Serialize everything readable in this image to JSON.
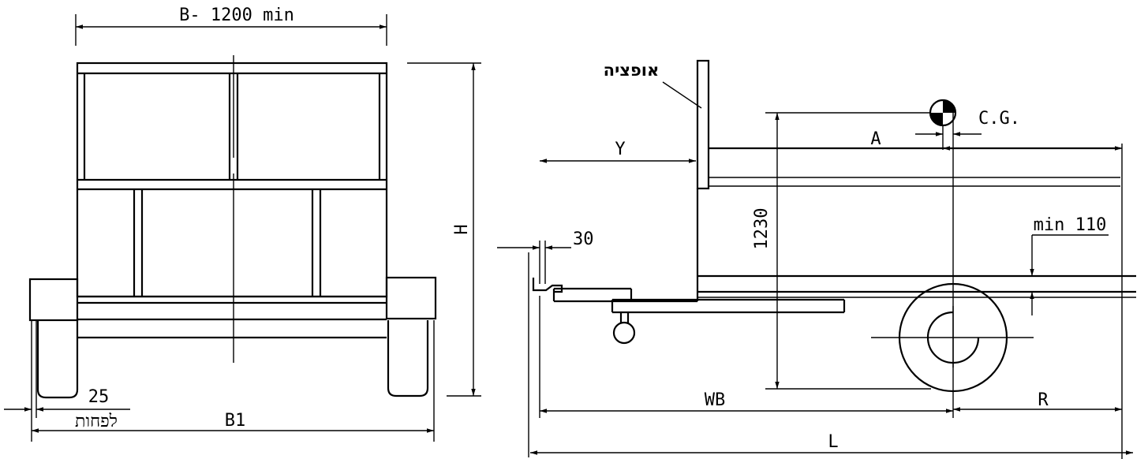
{
  "labels": {
    "b_width": "B- 1200 min",
    "h": "H",
    "dim_25": "25",
    "min_heb": "לפחות",
    "b1": "B1",
    "option_heb": "אופציה",
    "cg": "C.G.",
    "a": "A",
    "y": "Y",
    "dim_30": "30",
    "dim_1230": "1230",
    "min_110": "min 110",
    "wb": "WB",
    "r": "R",
    "l": "L"
  },
  "colors": {
    "ink": "#000000",
    "paper": "#ffffff"
  }
}
